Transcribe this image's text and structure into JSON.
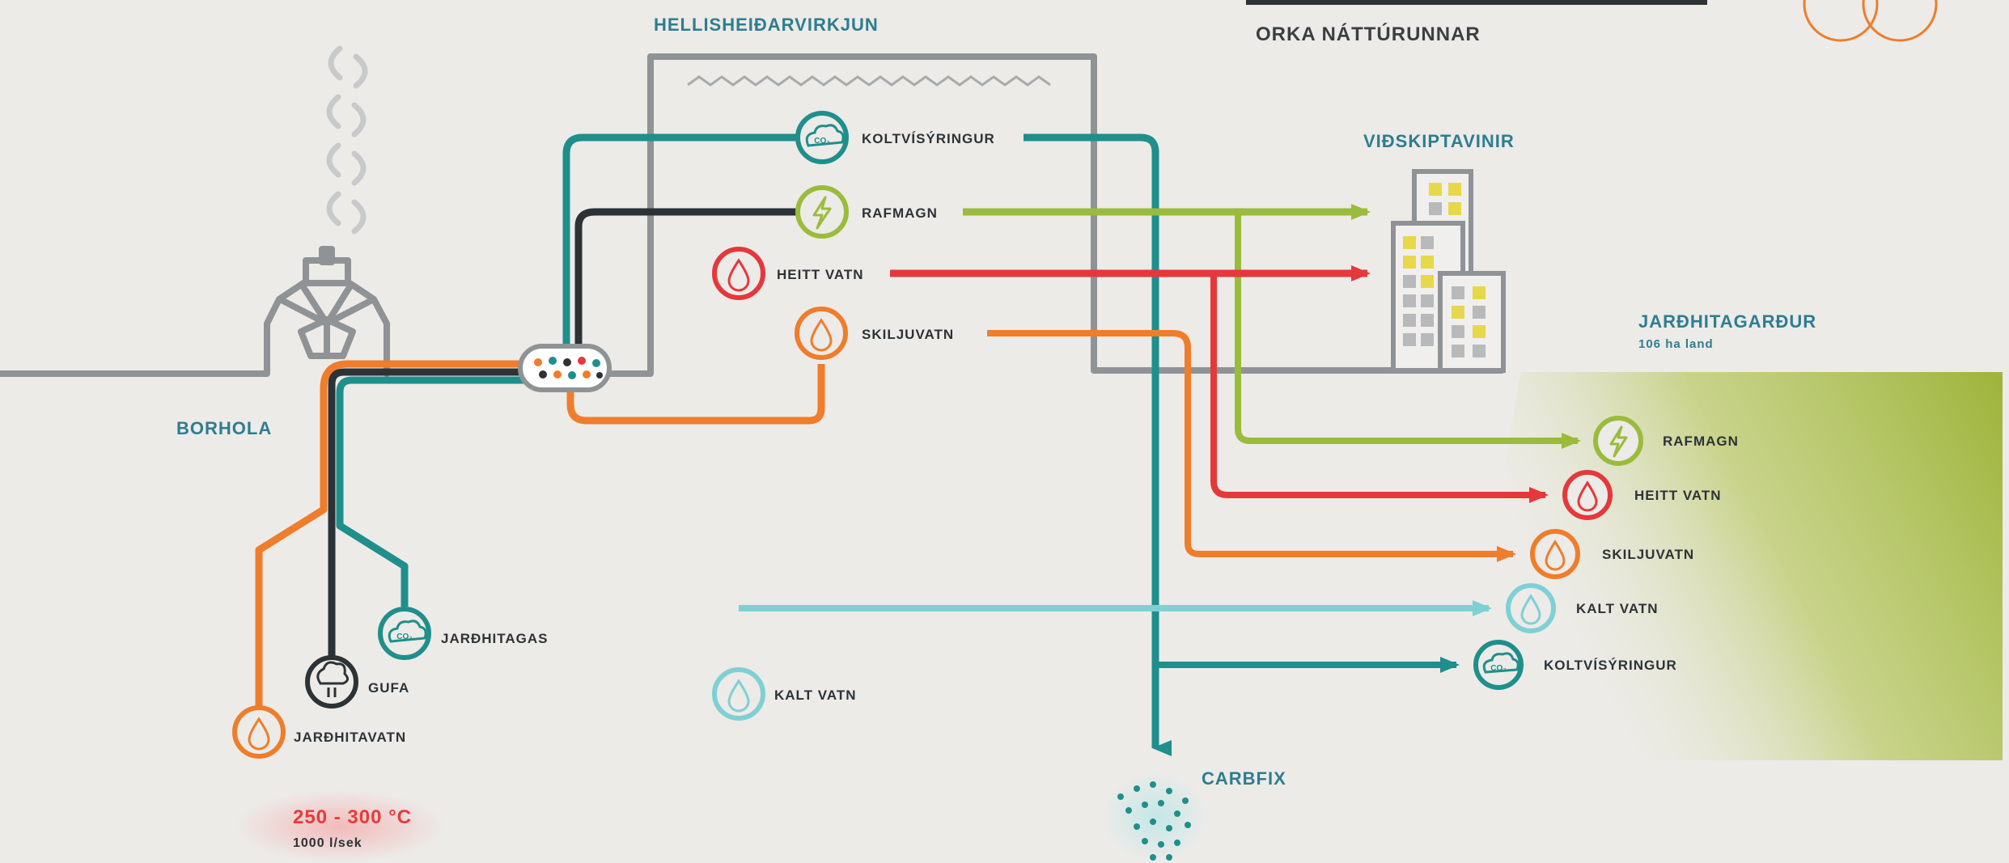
{
  "header": {
    "plant_title": "HELLISHEIÐARVIRKJUN",
    "company": "ORKA NÁTTÚRUNNAR"
  },
  "well": {
    "label": "BORHOLA",
    "fluids": [
      "JARÐHITAGAS",
      "GUFA",
      "JARÐHITAVATN"
    ],
    "temperature": "250 - 300 °C",
    "flow": "1000 l/sek"
  },
  "plant": {
    "outputs": [
      "KOLTVÍSÝRINGUR",
      "RAFMAGN",
      "HEITT VATN",
      "SKILJUVATN"
    ],
    "cold_water_in": "KALT VATN"
  },
  "customers": {
    "label": "VIÐSKIPTAVINIR"
  },
  "park": {
    "label": "JARÐHITAGARÐUR",
    "area": "106 ha land",
    "inputs": [
      "RAFMAGN",
      "HEITT VATN",
      "SKILJUVATN",
      "KALT VATN",
      "KOLTVÍSÝRINGUR"
    ]
  },
  "carbfix": {
    "label": "CARBFIX"
  },
  "colors": {
    "teal": "#1f8f8c",
    "green": "#9bbb3c",
    "red": "#e5383b",
    "orange": "#ef7d2b",
    "lightblue": "#7fd0d4",
    "dark": "#2d3236",
    "gray": "#8f9396",
    "title": "#2e7d8f",
    "park": "#a3b843",
    "temperature": "#e53b3d"
  }
}
